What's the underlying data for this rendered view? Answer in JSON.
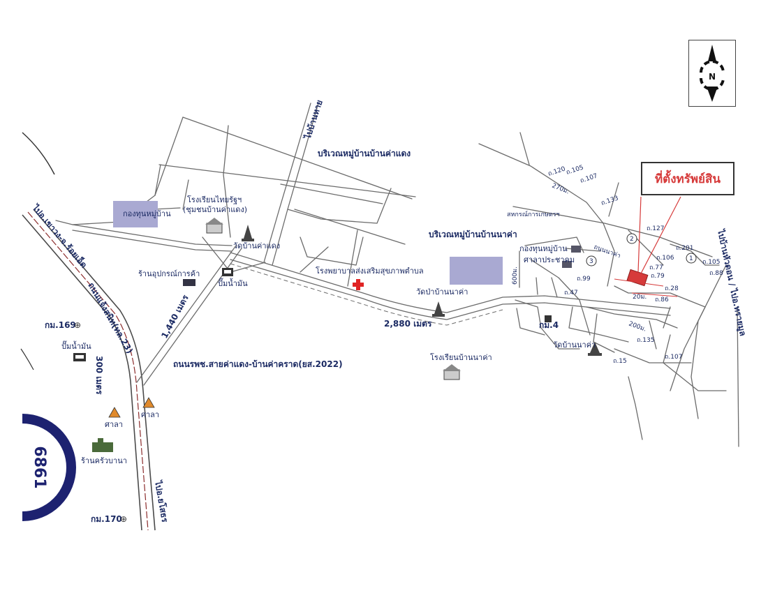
{
  "map": {
    "property_label": "ที่ตั้งทรัพย์สิน",
    "north_label": "N",
    "places": {
      "village_area_1": "บริเวณหมู่บ้านบ้านค่าแดง",
      "village_area_2": "บริเวณหมู่บ้านบ้านนาค่า",
      "village_fund_1": "กองทุนหมู่บ้าน",
      "school_1": "โรงเรียนไทยรัฐฯ",
      "school_1_sub": "(ชุมชนบ้านค่าแดง)",
      "temple_1": "วัดบ้านค่าแดง",
      "hospital": "โรงพยาบาลส่งเสริมสุขภาพตำบล",
      "temple_2": "วัดป่าบ้านนาค่า",
      "gas_1": "ปั๊มน้ำมัน",
      "shop_1": "ร้านอุปกรณ์การค้า",
      "gas_2": "ปั๊มน้ำมัน",
      "pavilion_1": "ศาลา",
      "pavilion_2": "ศาลา",
      "restaurant": "ร้านครัวบานา",
      "agri_office": "สหกรณ์การเกษตรฯ",
      "village_fund_2": "กองทุนหมู่บ้าน",
      "pavilion_hall": "ศาลาประชาคม",
      "km4": "กม.4",
      "temple_3": "วัดบ้านนาค่า",
      "school_2": "โรงเรียนบ้านนาค่า"
    },
    "roads": {
      "to_north": "ไปบ้านหาย",
      "to_northwest": "ไปอ.เขาวง-จ.ร้อยเอ็ด",
      "highway_name": "ถนนแจ้งสนิท(ทล.23)",
      "rural_road": "ถนนรพช.สายค่าแดง-บ้านค่าคราด(ยส.2022)",
      "to_east": "ไปบ้านหัวดอน / ไปอ.ทรายมูล",
      "to_south": "ไปอ.ยโสธร",
      "local_road": "ถนนนาค่า"
    },
    "distances": {
      "d1": "1,440 เมตร",
      "d2": "2,880 เมตร",
      "d3": "300 เมตร",
      "d4": "600ม.",
      "d5": "270ม.",
      "d6": "200ม.",
      "d7": "20ม."
    },
    "km_markers": {
      "km169": "กม.169",
      "km170": "กม.170"
    },
    "lot_labels": [
      "ถ.120",
      "ถ.105",
      "ถ.107",
      "ถ.133",
      "ถ.127",
      "ถ.201",
      "ถ.106",
      "ถ.105",
      "ถ.88",
      "ถ.77",
      "ถ.79",
      "ถ.28",
      "ถ.86",
      "ถ.99",
      "ถ.47",
      "ถ.135",
      "ถ.15",
      "ถ.107"
    ],
    "circled_numbers": [
      "1",
      "2",
      "3"
    ],
    "stamp_text": "6861",
    "colors": {
      "road_label": "#1b2a63",
      "property": "#d63a3a",
      "highway": "#8b2b2b",
      "pavilion": "#e08a2c",
      "area_fill": "#a9a9d2",
      "hospital": "#e02424",
      "stamp": "#1d2270"
    }
  }
}
